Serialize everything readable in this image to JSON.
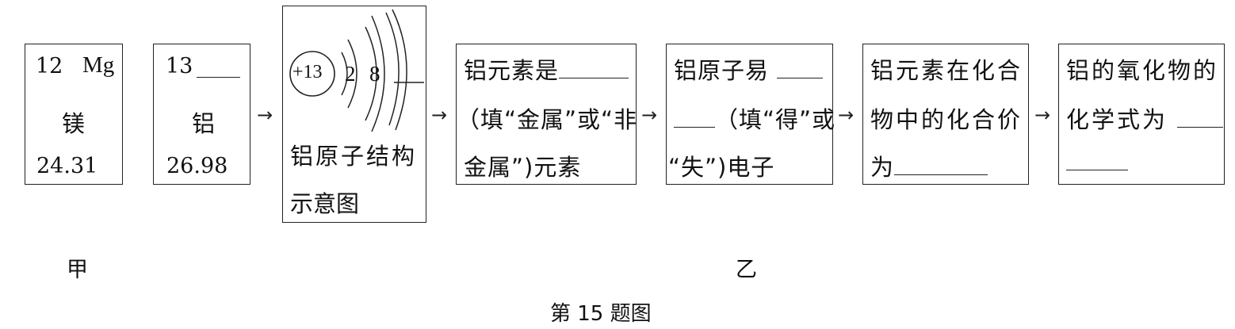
{
  "mg_card": {
    "number": "12",
    "symbol": "Mg",
    "name": "镁",
    "mass": "24.31"
  },
  "al_card": {
    "number": "13",
    "name": "铝",
    "mass": "26.98"
  },
  "structure": {
    "nucleus": "+13",
    "shell1": "2",
    "shell2": "8",
    "caption_line1": "铝原子结构",
    "caption_line2": "示意图"
  },
  "box_metal": {
    "line1": "铝元素是",
    "line2": "（填“金属”或“非",
    "line3": "金属”)元素"
  },
  "box_electron": {
    "line1": "铝原子易",
    "line2": "（填“得”或",
    "line3": "“失”)电子"
  },
  "box_valence": {
    "line1": "铝元素在化合",
    "line2": "物中的化合价",
    "line3": "为"
  },
  "box_oxide": {
    "line1": "铝的氧化物的",
    "line2": "化学式为"
  },
  "arrow_glyph": "→",
  "label_jia": "甲",
  "label_yi": "乙",
  "caption": "第 15 题图"
}
